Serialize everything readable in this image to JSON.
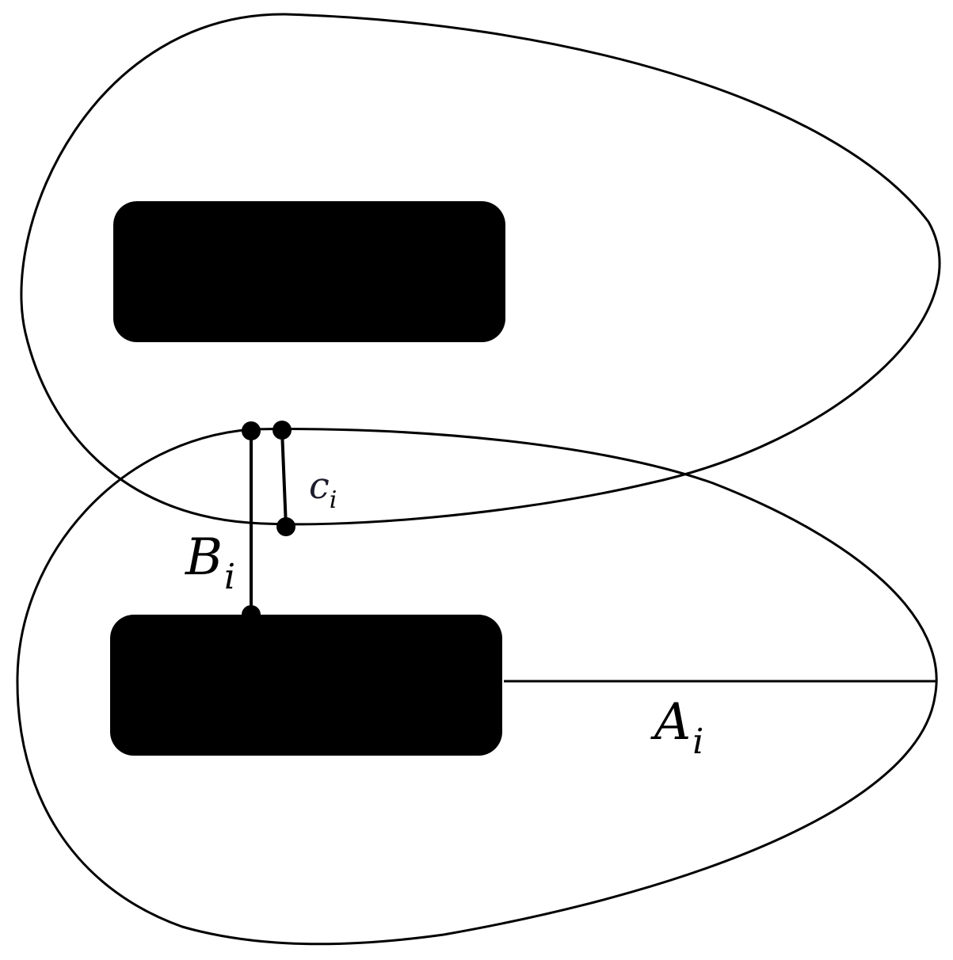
{
  "labels": {
    "a": {
      "main": "A",
      "sub": "i"
    },
    "b": {
      "main": "B",
      "sub": "i"
    },
    "c": {
      "main": "c",
      "sub": "i"
    }
  },
  "colors": {
    "stroke": "#000000",
    "background": "#ffffff"
  }
}
